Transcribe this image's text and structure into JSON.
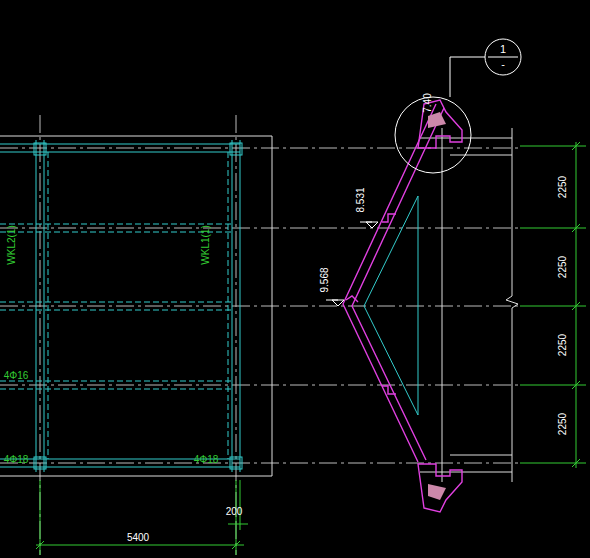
{
  "diagram": {
    "nodes": [
      {
        "text": [
          "1",
          "-"
        ]
      }
    ],
    "labels": [
      "7.40",
      "8.531",
      "9.568",
      "2250",
      "2250",
      "2250",
      "2250",
      "WKL2(1)",
      "WKL1(1)",
      "4Φ16",
      "4Φ18",
      "4Φ18",
      "200",
      "5400"
    ]
  }
}
